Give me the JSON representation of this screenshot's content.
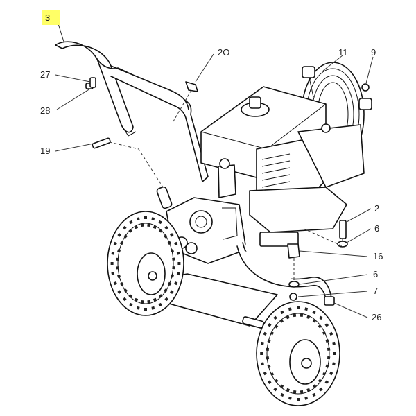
{
  "diagram": {
    "highlight_color": "#ffff66",
    "callouts": [
      {
        "id": "c3",
        "text": "3",
        "highlighted": true
      },
      {
        "id": "c20",
        "text": "2O"
      },
      {
        "id": "c11",
        "text": "11"
      },
      {
        "id": "c9",
        "text": "9"
      },
      {
        "id": "c27",
        "text": "27"
      },
      {
        "id": "c28",
        "text": "28"
      },
      {
        "id": "c19",
        "text": "19"
      },
      {
        "id": "c2",
        "text": "2"
      },
      {
        "id": "c6a",
        "text": "6"
      },
      {
        "id": "c16",
        "text": "16"
      },
      {
        "id": "c6b",
        "text": "6"
      },
      {
        "id": "c7",
        "text": "7"
      },
      {
        "id": "c26",
        "text": "26"
      }
    ]
  }
}
